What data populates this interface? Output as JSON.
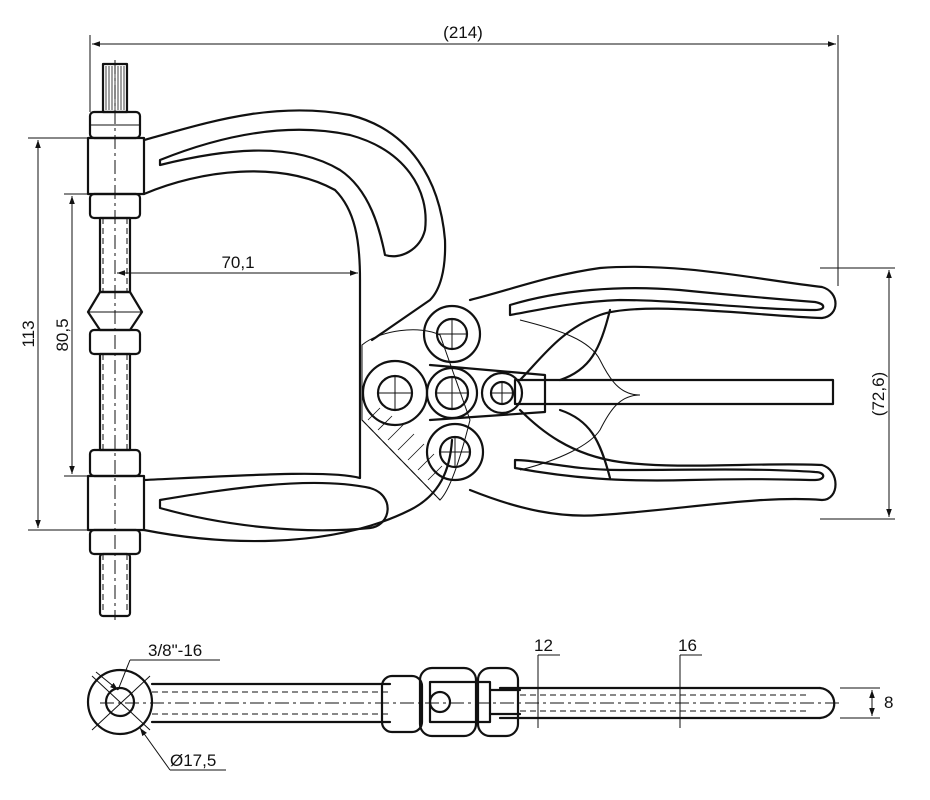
{
  "dimensions": {
    "overall_width": "(214)",
    "height_total": "113",
    "height_inner": "80,5",
    "throat_depth": "70,1",
    "handle_spread": "(72,6)",
    "thread": "3/8\"-16",
    "diameter": "Ø17,5",
    "pin_a": "12",
    "pin_b": "16",
    "thickness": "8"
  }
}
